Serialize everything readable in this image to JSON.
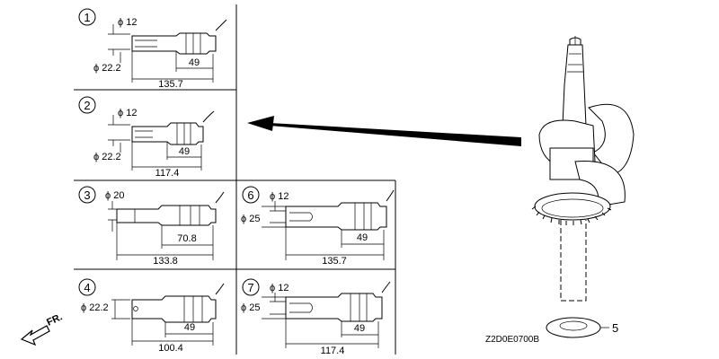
{
  "panels": [
    {
      "num": "1",
      "dia_small": "ϕ 12",
      "dia_large": "ϕ 22.2",
      "dim_short": "49",
      "dim_long": "135.7"
    },
    {
      "num": "2",
      "dia_small": "ϕ 12",
      "dia_large": "ϕ 22.2",
      "dim_short": "49",
      "dim_long": "117.4"
    },
    {
      "num": "3",
      "dia_small": "ϕ 20",
      "dim_short": "70.8",
      "dim_long": "133.8"
    },
    {
      "num": "4",
      "dia_large": "ϕ 22.2",
      "dim_short": "49",
      "dim_long": "100.4"
    },
    {
      "num": "6",
      "dia_small": "ϕ 12",
      "dia_large": "ϕ 25",
      "dim_short": "49",
      "dim_long": "135.7"
    },
    {
      "num": "7",
      "dia_small": "ϕ 12",
      "dia_large": "ϕ 25",
      "dim_short": "49",
      "dim_long": "117.4"
    }
  ],
  "callout": "5",
  "direction_label": "FR.",
  "diagram_code": "Z2D0E0700B"
}
